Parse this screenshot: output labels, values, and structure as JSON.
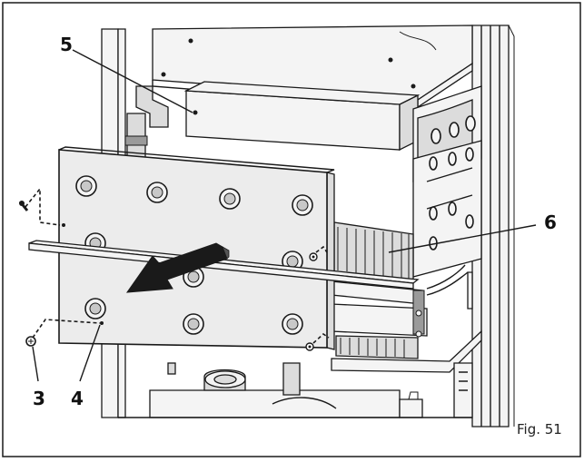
{
  "figure": {
    "caption": "Fig. 51",
    "callouts": {
      "c3": "3",
      "c4": "4",
      "c5": "5",
      "c6": "6"
    }
  }
}
